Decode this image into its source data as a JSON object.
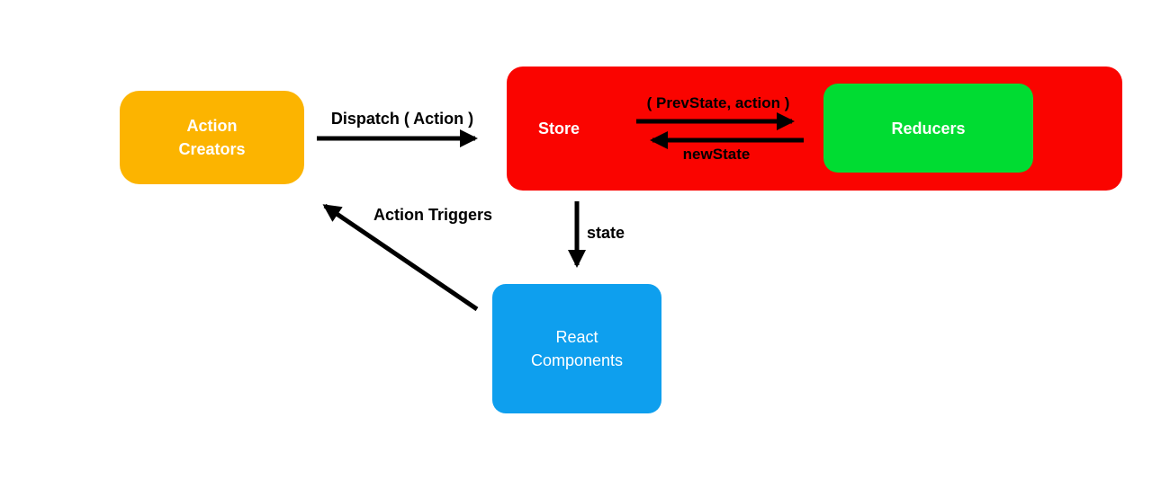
{
  "nodes": {
    "action_creators": {
      "label": "Action\nCreators",
      "color": "#FCB400"
    },
    "store": {
      "label": "Store",
      "color": "#FA0400"
    },
    "reducers": {
      "label": "Reducers",
      "color": "#00DC32"
    },
    "react_components": {
      "label": "React\nComponents",
      "color": "#0E9FEE"
    }
  },
  "edges": {
    "dispatch": {
      "label": "Dispatch ( Action )"
    },
    "prev_state": {
      "label": "( PrevState, action )"
    },
    "new_state": {
      "label": "newState"
    },
    "state": {
      "label": "state"
    },
    "action_triggers": {
      "label": "Action Triggers"
    }
  },
  "style": {
    "background": "#FFFFFF",
    "arrow_color": "#000000",
    "node_text_color": "#FFFFFF"
  }
}
